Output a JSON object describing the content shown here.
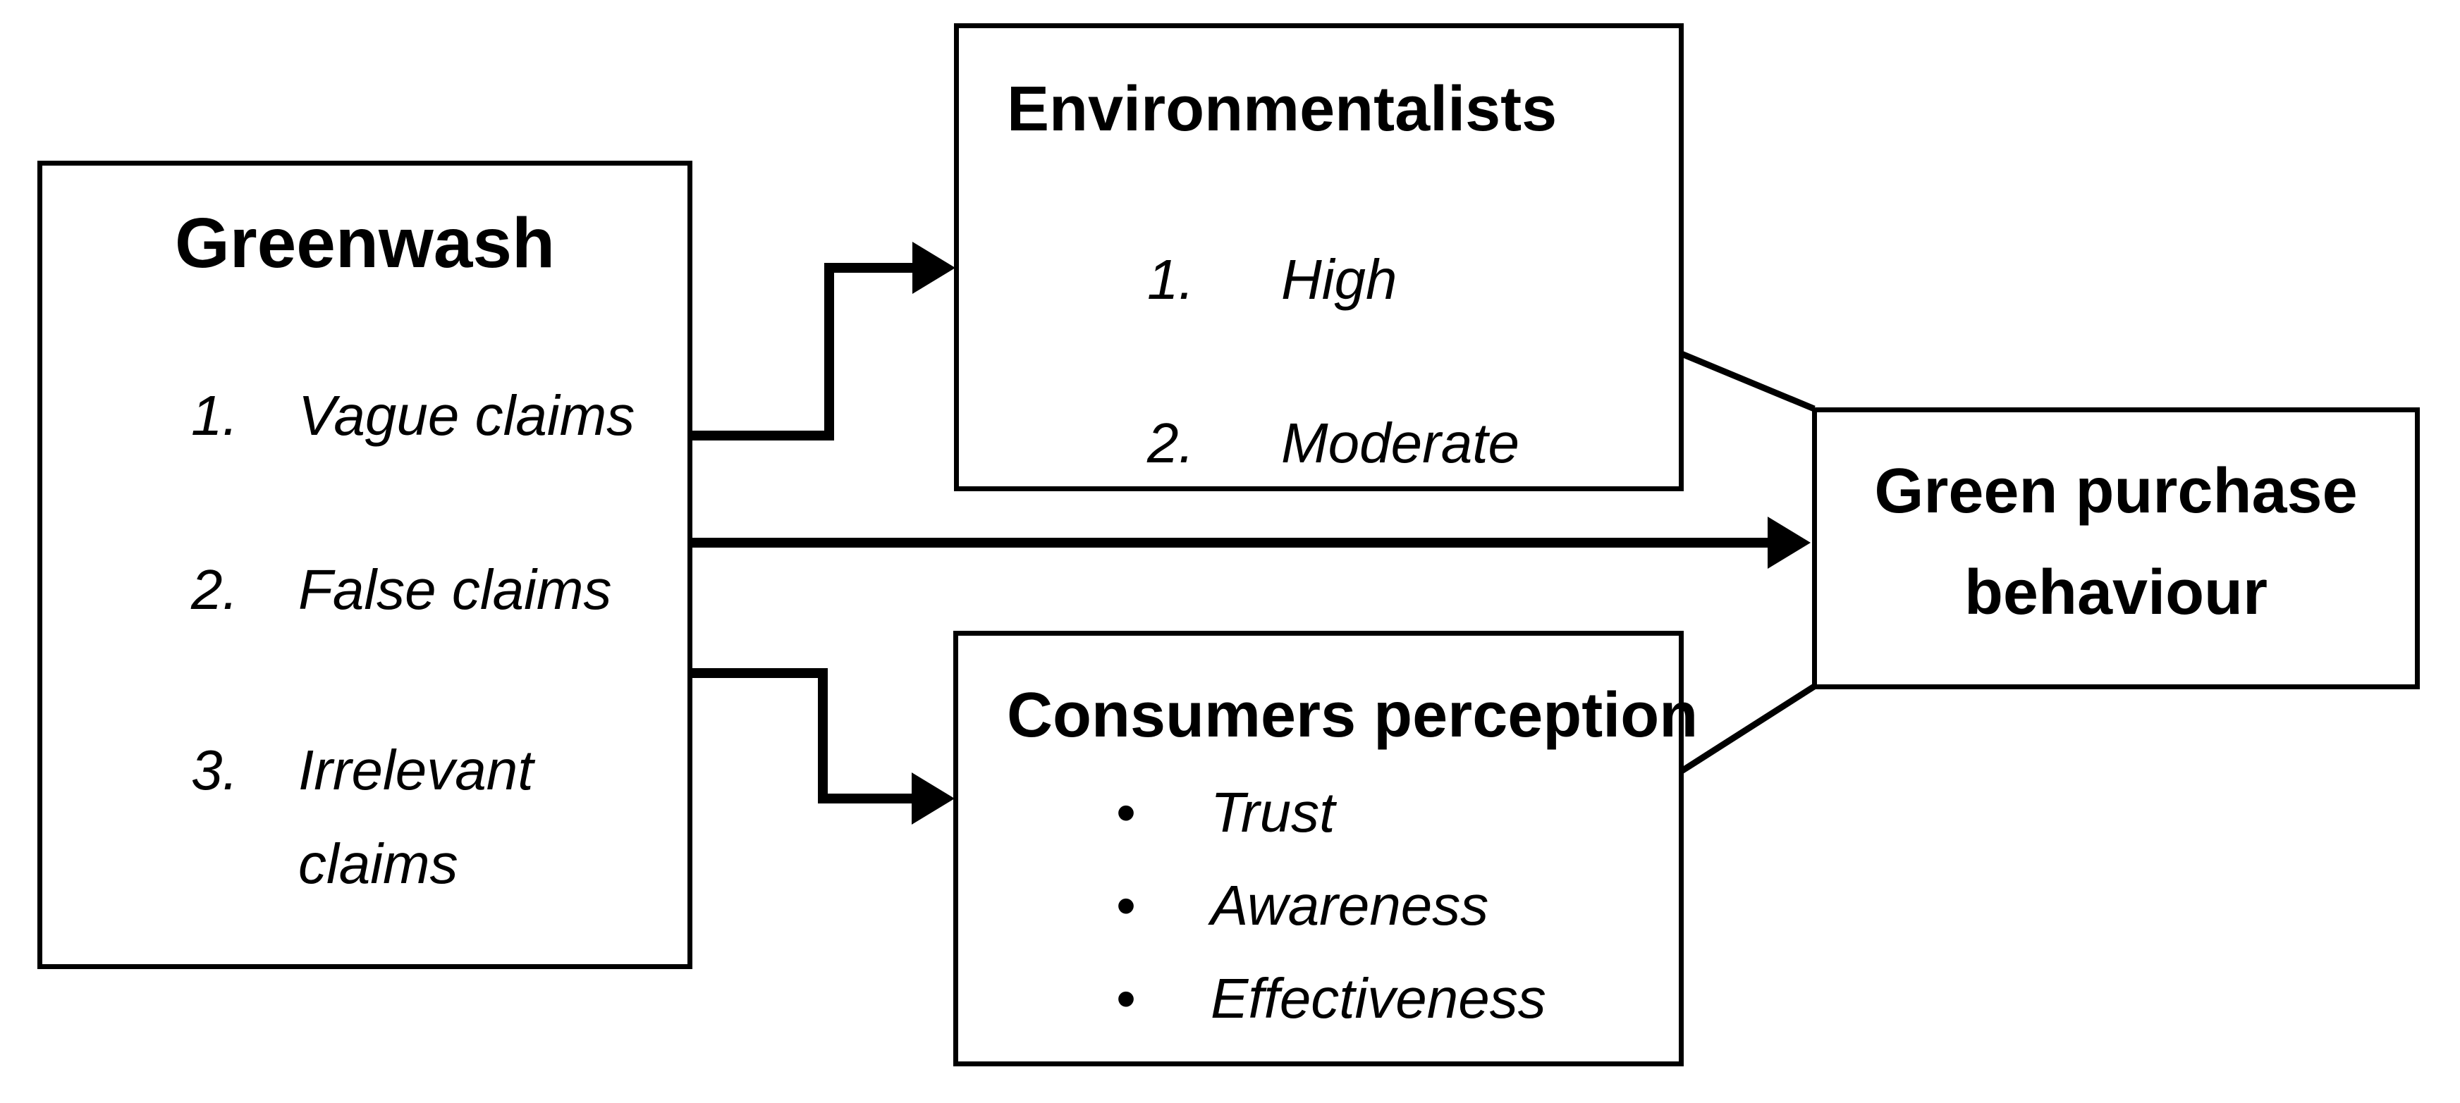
{
  "boxes": {
    "greenwash": {
      "title": "Greenwash",
      "items": [
        {
          "marker": "1.",
          "text": "Vague claims"
        },
        {
          "marker": "2.",
          "text": "False claims"
        },
        {
          "marker": "3.",
          "line1": "Irrelevant",
          "line2": "claims"
        }
      ]
    },
    "environmentalists": {
      "title": "Environmentalists",
      "items": [
        {
          "marker": "1.",
          "text": "High"
        },
        {
          "marker": "2.",
          "text": "Moderate"
        }
      ]
    },
    "consumers": {
      "title": "Consumers perception",
      "items": [
        {
          "marker": "•",
          "text": "Trust"
        },
        {
          "marker": "•",
          "text": "Awareness"
        },
        {
          "marker": "•",
          "text": "Effectiveness"
        }
      ]
    },
    "outcome": {
      "line1": "Green purchase",
      "line2": "behaviour"
    }
  },
  "colors": {
    "line": "#000000",
    "background": "#ffffff",
    "text": "#000000"
  }
}
